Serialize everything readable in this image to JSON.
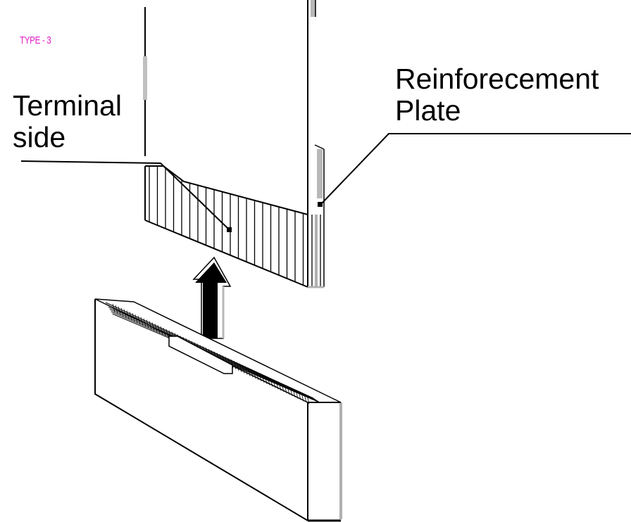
{
  "type_tag": "TYPE - 3",
  "labels": {
    "terminal_side": [
      "Terminal",
      "side"
    ],
    "reinforcement_plate": [
      "Reinforecement",
      "Plate"
    ]
  },
  "colors": {
    "type_tag": "#e020c8",
    "line": "#000000",
    "gray": "#b4b4b4",
    "arrow_fill": "#000000"
  }
}
